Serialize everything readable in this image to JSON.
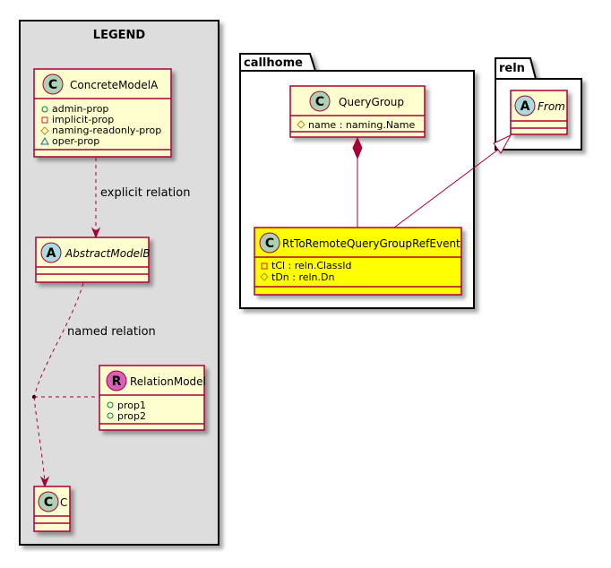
{
  "legend": {
    "title": "LEGEND",
    "concrete": {
      "name": "ConcreteModelA",
      "stereotype": "C",
      "attrs": [
        "admin-prop",
        "implicit-prop",
        "naming-readonly-prop",
        "oper-prop"
      ]
    },
    "abstract": {
      "name": "AbstractModelB",
      "stereotype": "A"
    },
    "relation": {
      "name": "RelationModel",
      "stereotype": "R",
      "attrs": [
        "prop1",
        "prop2"
      ]
    },
    "c": {
      "name": "C",
      "stereotype": "C"
    },
    "explicit_label": "explicit relation",
    "named_label": "named relation"
  },
  "callhome": {
    "name": "callhome",
    "query_group": {
      "name": "QueryGroup",
      "stereotype": "C",
      "attrs": [
        "name : naming.Name"
      ]
    },
    "rt_event": {
      "name": "RtToRemoteQueryGroupRefEvent",
      "stereotype": "C",
      "attrs": [
        "tCl : reln.ClassId",
        "tDn : reln.Dn"
      ]
    }
  },
  "reln": {
    "name": "reln",
    "from": {
      "name": "From",
      "stereotype": "A"
    }
  },
  "colors": {
    "border": "#a80036",
    "class_fill": "#fefece",
    "highlight": "#ffff00",
    "legend_bg": "#dddddd",
    "c_circle": "#add1b2",
    "a_circle": "#a9dcdf",
    "r_circle": "#d95fb9"
  }
}
